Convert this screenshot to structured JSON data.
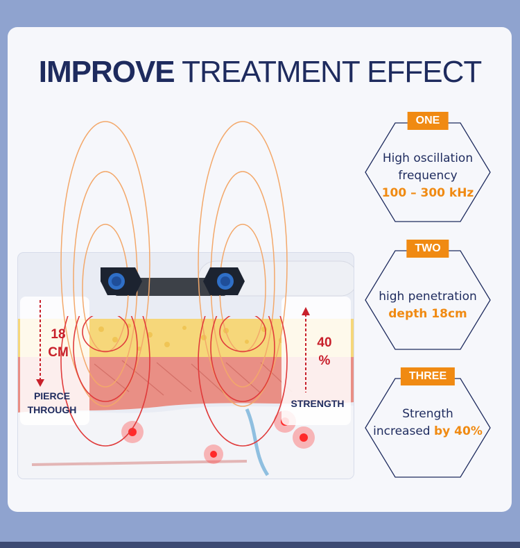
{
  "title": {
    "bold": "IMPROVE",
    "light": "TREATMENT EFFECT"
  },
  "diagram": {
    "left_value_line1": "18",
    "left_value_line2": "CM",
    "left_caption_line1": "PIERCE",
    "left_caption_line2": "THROUGH",
    "right_value_line1": "40",
    "right_value_line2": "%",
    "right_caption": "STRENGTH"
  },
  "features": [
    {
      "tag": "ONE",
      "line1": "High oscillation",
      "line2": "frequency",
      "highlight": "100 – 300 kHz"
    },
    {
      "tag": "TWO",
      "line1": "high penetration",
      "highlight": "depth 18cm"
    },
    {
      "tag": "THREE",
      "line1": "Strength",
      "line2_prefix": "increased ",
      "highlight": "by 40%"
    }
  ],
  "colors": {
    "accent": "#f08a12",
    "title": "#1e2b5e",
    "red": "#c8202b",
    "ring": "#f3a86a"
  }
}
